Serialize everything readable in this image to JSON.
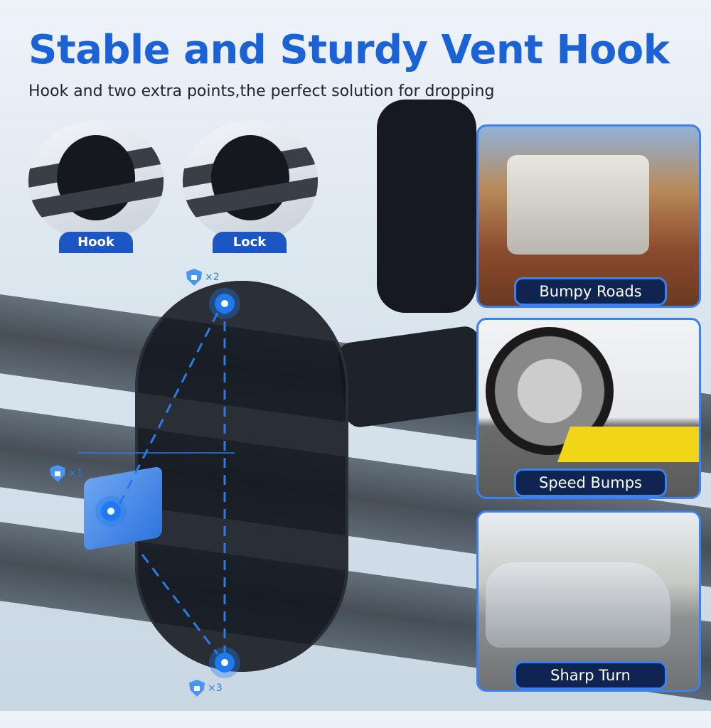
{
  "title": "Stable and Sturdy Vent Hook",
  "subtitle": "Hook and two extra points,the perfect solution for dropping",
  "insets": [
    {
      "label": "Hook"
    },
    {
      "label": "Lock"
    }
  ],
  "points": [
    {
      "count": "×2"
    },
    {
      "count": "×1"
    },
    {
      "count": "×3"
    }
  ],
  "scenarios": [
    {
      "label": "Bumpy Roads"
    },
    {
      "label": "Speed Bumps"
    },
    {
      "label": "Sharp Turn"
    }
  ],
  "colors": {
    "accent": "#1b62d6",
    "pill_fill": "#0f2450",
    "pill_border": "#3b82f0"
  }
}
